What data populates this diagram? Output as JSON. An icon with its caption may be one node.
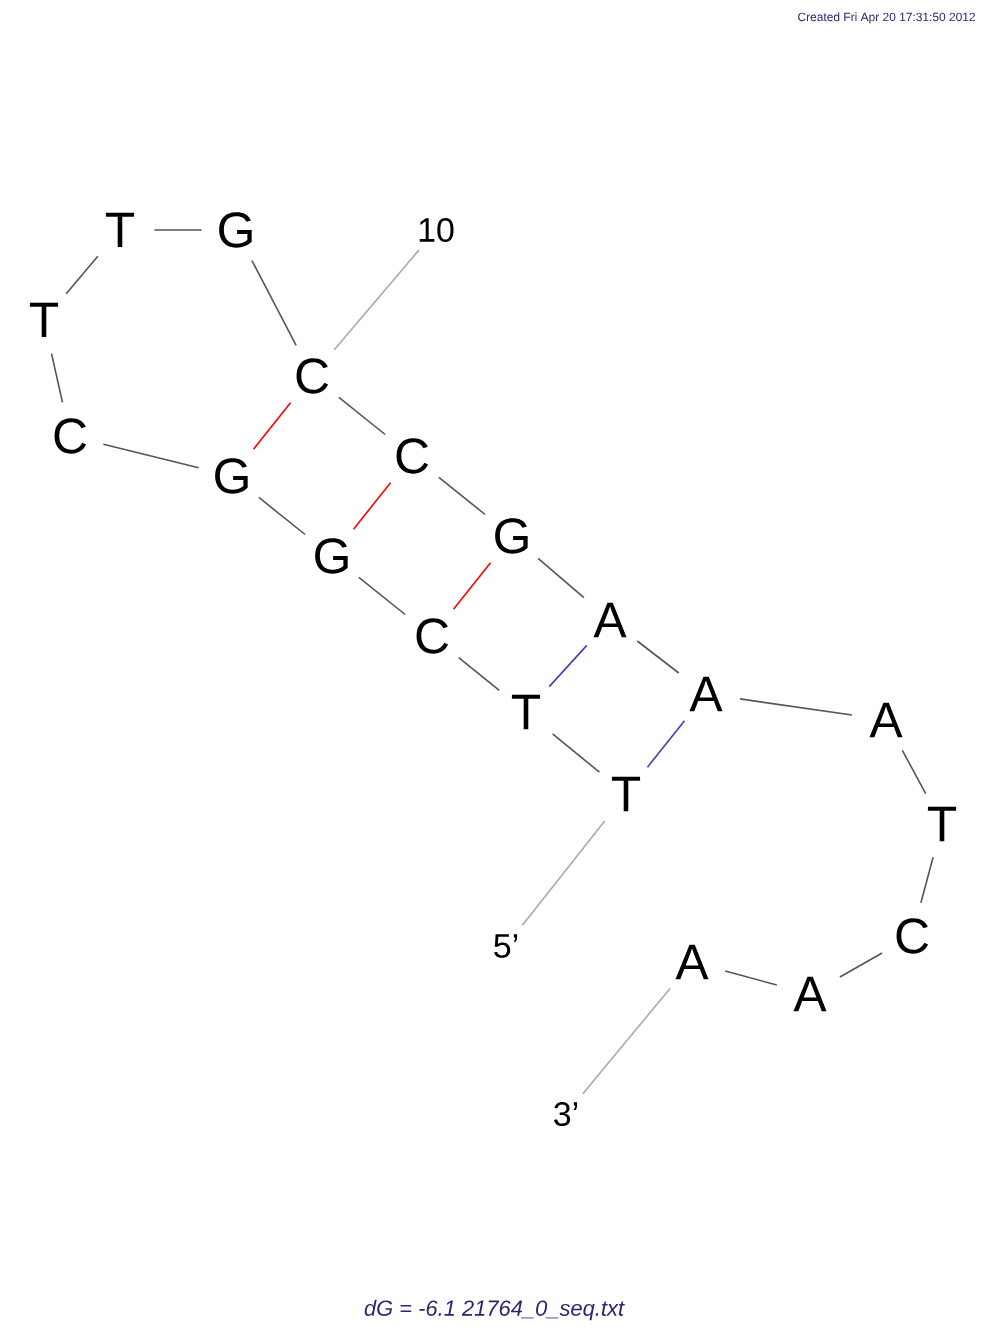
{
  "diagram": {
    "caption": "dG = -6.1 21764_0_seq.txt",
    "nodes": [
      {
        "text": [
          "5’"
        ]
      },
      {
        "text": [
          "T"
        ]
      },
      {
        "text": [
          "T"
        ]
      },
      {
        "text": [
          "C"
        ]
      },
      {
        "text": [
          "G"
        ]
      },
      {
        "text": [
          "G"
        ]
      },
      {
        "text": [
          "C"
        ]
      },
      {
        "text": [
          "T"
        ]
      },
      {
        "text": [
          "T"
        ]
      },
      {
        "text": [
          "G"
        ]
      },
      {
        "text": [
          "C"
        ]
      },
      {
        "text": [
          "C"
        ]
      },
      {
        "text": [
          "G"
        ]
      },
      {
        "text": [
          "A"
        ]
      },
      {
        "text": [
          "A"
        ]
      },
      {
        "text": [
          "A"
        ]
      },
      {
        "text": [
          "T"
        ]
      },
      {
        "text": [
          "C"
        ]
      },
      {
        "text": [
          "A"
        ]
      },
      {
        "text": [
          "A"
        ]
      },
      {
        "text": [
          "10"
        ]
      },
      {
        "text": [
          "3’"
        ]
      }
    ],
    "edges": [
      {
        "from": 0,
        "to": 1,
        "arrow": "none",
        "color": "#aaaaaa"
      },
      {
        "from": 1,
        "to": 2,
        "arrow": "none"
      },
      {
        "from": 2,
        "to": 3,
        "arrow": "none"
      },
      {
        "from": 3,
        "to": 4,
        "arrow": "none"
      },
      {
        "from": 4,
        "to": 5,
        "arrow": "none"
      },
      {
        "from": 5,
        "to": 6,
        "arrow": "none"
      },
      {
        "from": 6,
        "to": 7,
        "arrow": "none"
      },
      {
        "from": 7,
        "to": 8,
        "arrow": "none"
      },
      {
        "from": 8,
        "to": 9,
        "arrow": "none"
      },
      {
        "from": 9,
        "to": 10,
        "arrow": "none"
      },
      {
        "from": 10,
        "to": 11,
        "arrow": "none"
      },
      {
        "from": 11,
        "to": 12,
        "arrow": "none"
      },
      {
        "from": 12,
        "to": 13,
        "arrow": "none"
      },
      {
        "from": 13,
        "to": 14,
        "arrow": "none"
      },
      {
        "from": 14,
        "to": 15,
        "arrow": "none"
      },
      {
        "from": 15,
        "to": 16,
        "arrow": "none"
      },
      {
        "from": 16,
        "to": 17,
        "arrow": "none"
      },
      {
        "from": 17,
        "to": 18,
        "arrow": "none"
      },
      {
        "from": 18,
        "to": 19,
        "arrow": "none"
      },
      {
        "from": 19,
        "to": 21,
        "arrow": "none",
        "color": "#aaaaaa"
      },
      {
        "from": 10,
        "to": 20,
        "arrow": "none",
        "color": "#aaaaaa"
      },
      {
        "from": 10,
        "to": 5,
        "arrow": "none",
        "color": "#ff0000"
      },
      {
        "from": 11,
        "to": 4,
        "arrow": "none",
        "color": "#ff0000"
      },
      {
        "from": 12,
        "to": 3,
        "arrow": "none",
        "color": "#ff0000"
      },
      {
        "from": 13,
        "to": 2,
        "arrow": "none",
        "color": "#4040b0"
      },
      {
        "from": 14,
        "to": 1,
        "arrow": "none",
        "color": "#4040b0"
      }
    ],
    "labels": [
      "Created Fri Apr 20 17:31:50 2012"
    ]
  }
}
